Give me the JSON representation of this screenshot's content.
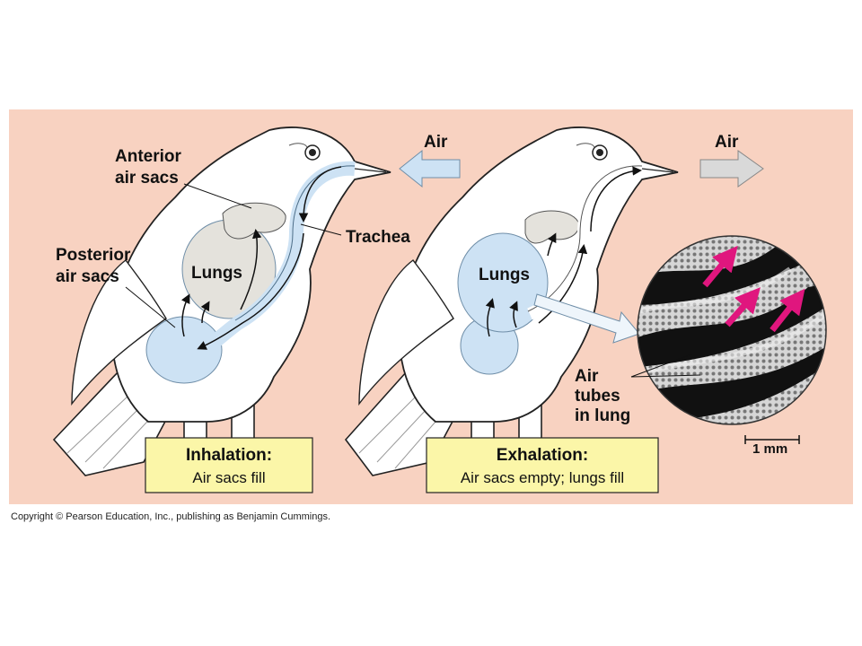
{
  "labels": {
    "anterior_air_sacs": [
      "Anterior",
      "air sacs"
    ],
    "posterior_air_sacs": [
      "Posterior",
      "air sacs"
    ],
    "trachea": "Trachea",
    "lungs_left": "Lungs",
    "lungs_right": "Lungs",
    "air_in": "Air",
    "air_out": "Air",
    "air_tubes": [
      "Air",
      "tubes",
      "in lung"
    ],
    "scale_bar": "1 mm"
  },
  "panels": {
    "inhalation": {
      "title": "Inhalation:",
      "subtitle": "Air sacs fill"
    },
    "exhalation": {
      "title": "Exhalation:",
      "subtitle": "Air sacs empty; lungs fill"
    }
  },
  "copyright": "Copyright © Pearson Education, Inc., publishing as Benjamin Cummings.",
  "colors": {
    "background": "#f8d2c1",
    "bird_body": "#ffffff",
    "air_sac": "#cde2f4",
    "lung": "#e4e2dc",
    "caption_box": "#fbf6a8",
    "micrograph_arrow": "#e0167e"
  }
}
